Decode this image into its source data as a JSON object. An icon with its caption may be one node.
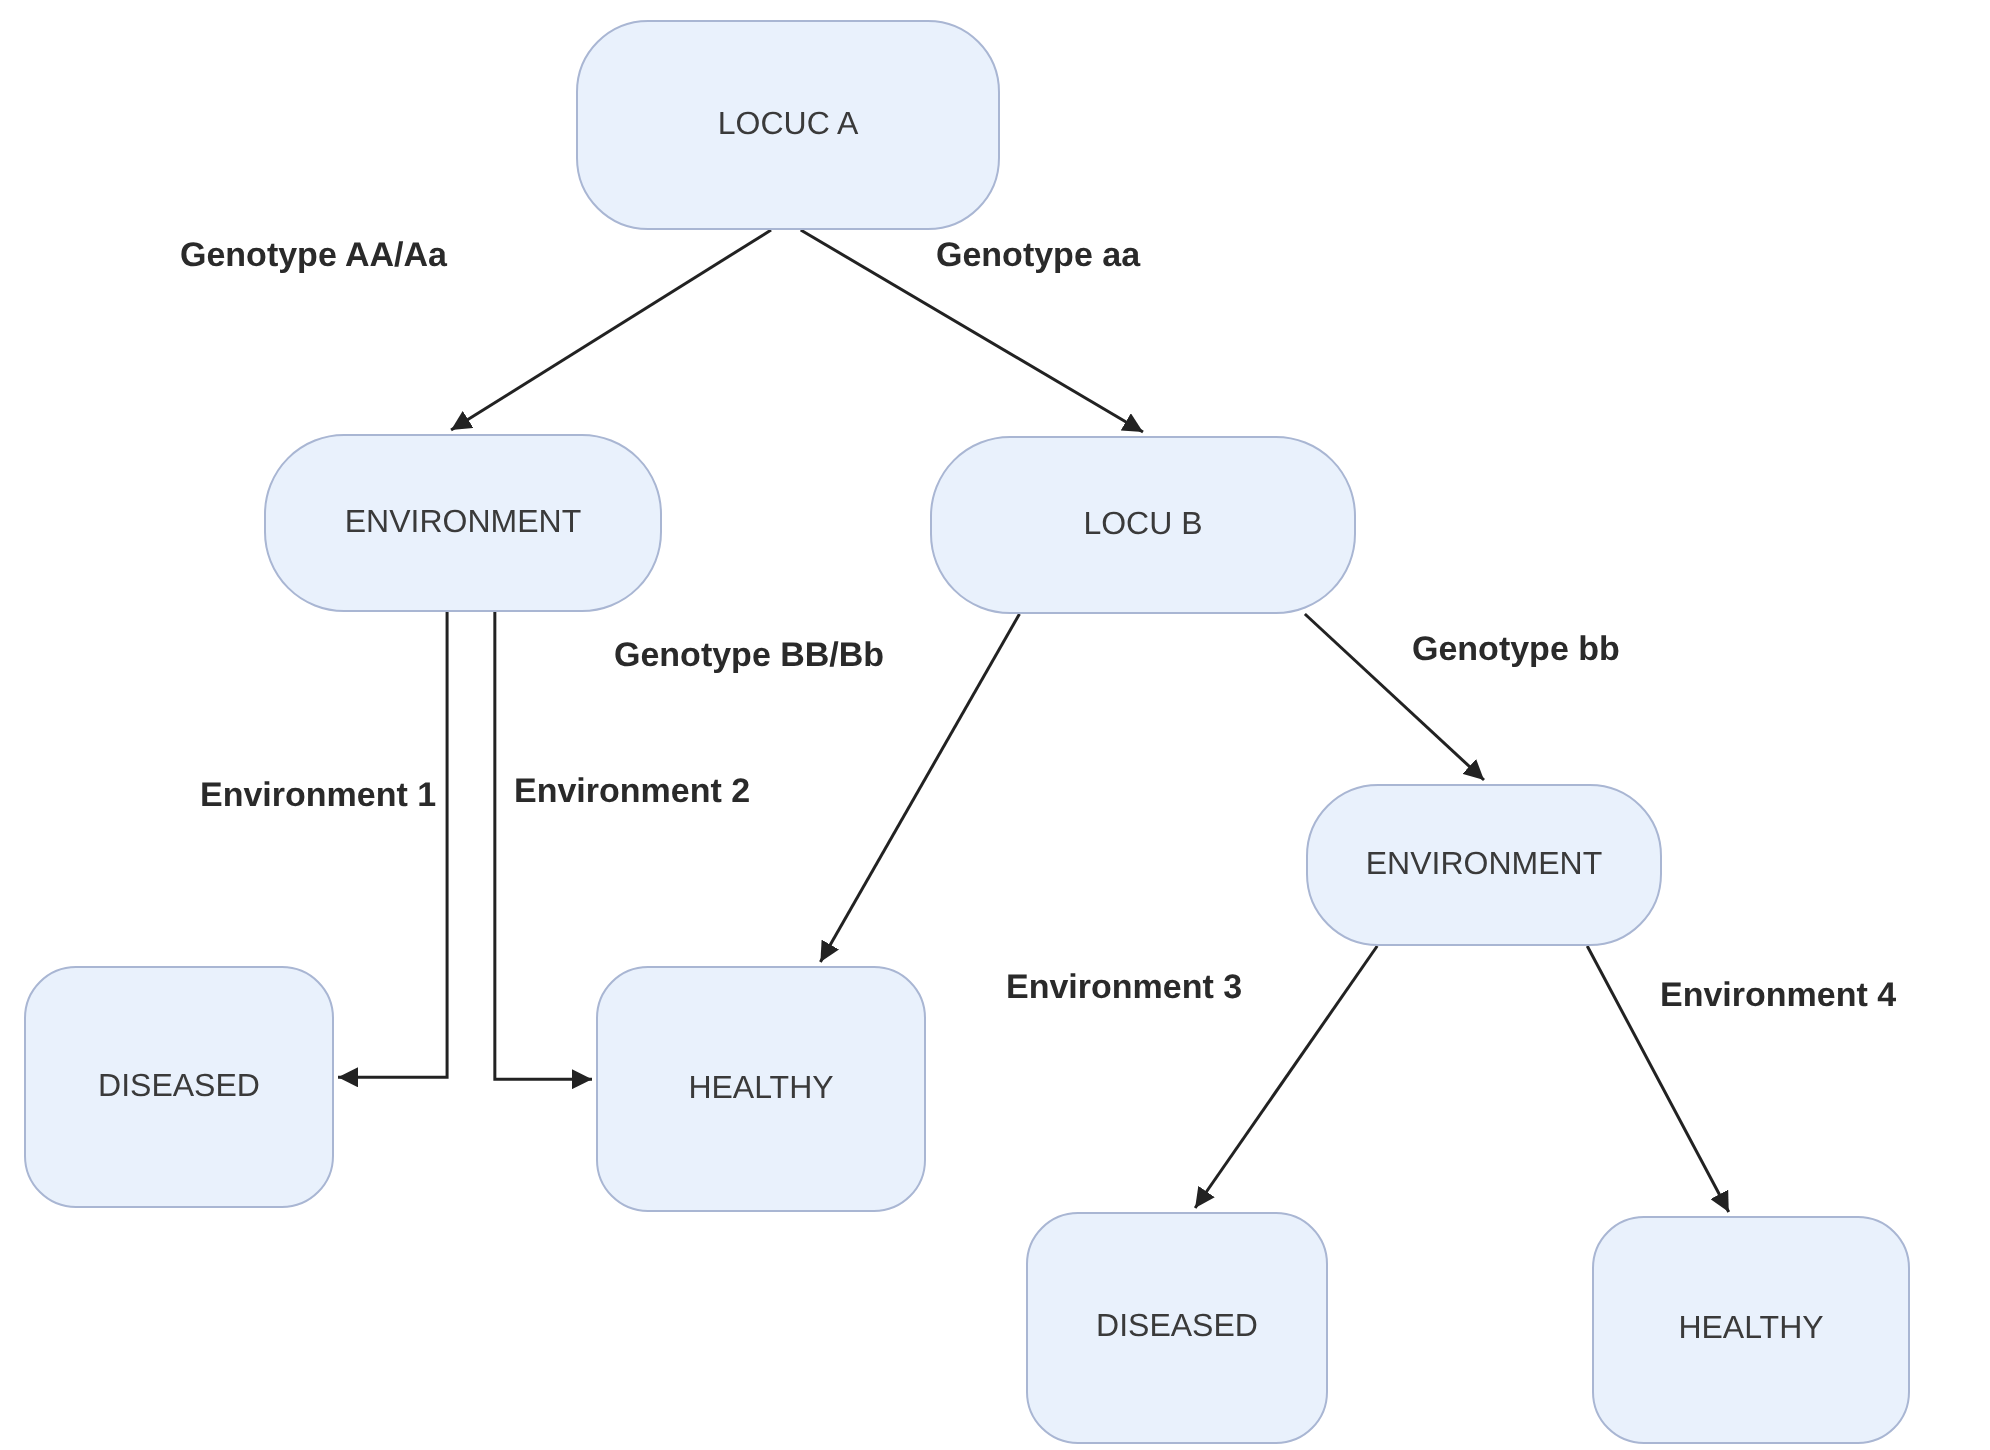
{
  "diagram": {
    "nodes": [
      {
        "text": [
          "LOCUC A"
        ]
      },
      {
        "text": [
          "ENVIRONMENT"
        ]
      },
      {
        "text": [
          "LOCU B"
        ]
      },
      {
        "text": [
          "DISEASED"
        ]
      },
      {
        "text": [
          "HEALTHY"
        ]
      },
      {
        "text": [
          "ENVIRONMENT"
        ]
      },
      {
        "text": [
          "DISEASED"
        ]
      },
      {
        "text": [
          "HEALTHY"
        ]
      }
    ],
    "edges": [
      {
        "from": 0,
        "to": 1,
        "arrow": "to",
        "label": "Genotype AA/Aa"
      },
      {
        "from": 0,
        "to": 2,
        "arrow": "to",
        "label": "Genotype aa"
      },
      {
        "from": 1,
        "to": 3,
        "arrow": "to",
        "label": "Environment 1"
      },
      {
        "from": 1,
        "to": 4,
        "arrow": "to",
        "label": "Environment 2"
      },
      {
        "from": 2,
        "to": 4,
        "arrow": "to",
        "label": "Genotype BB/Bb"
      },
      {
        "from": 2,
        "to": 5,
        "arrow": "to",
        "label": "Genotype bb"
      },
      {
        "from": 5,
        "to": 6,
        "arrow": "to",
        "label": "Environment 3"
      },
      {
        "from": 5,
        "to": 7,
        "arrow": "to",
        "label": "Environment 4"
      }
    ]
  }
}
